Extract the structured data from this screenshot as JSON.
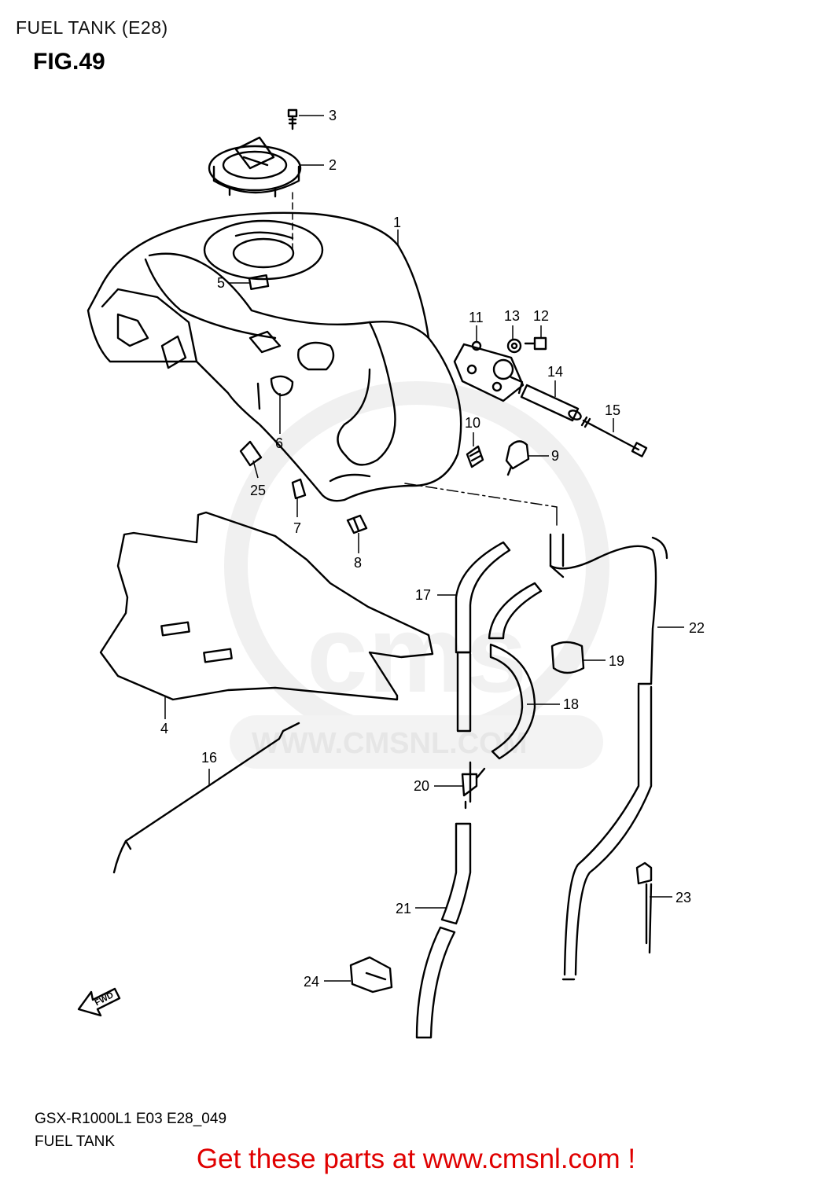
{
  "header": {
    "title": "FUEL TANK (E28)",
    "figure": "FIG.49"
  },
  "watermark": {
    "brand": "cms",
    "url": "WWW.CMSNL.COM"
  },
  "arrow_label": "FWD",
  "parts": [
    {
      "num": "1"
    },
    {
      "num": "2"
    },
    {
      "num": "3"
    },
    {
      "num": "4"
    },
    {
      "num": "5"
    },
    {
      "num": "6"
    },
    {
      "num": "7"
    },
    {
      "num": "8"
    },
    {
      "num": "9"
    },
    {
      "num": "10"
    },
    {
      "num": "11"
    },
    {
      "num": "12"
    },
    {
      "num": "13"
    },
    {
      "num": "14"
    },
    {
      "num": "15"
    },
    {
      "num": "16"
    },
    {
      "num": "17"
    },
    {
      "num": "18"
    },
    {
      "num": "19"
    },
    {
      "num": "20"
    },
    {
      "num": "21"
    },
    {
      "num": "22"
    },
    {
      "num": "23"
    },
    {
      "num": "24"
    },
    {
      "num": "25"
    }
  ],
  "footer": {
    "code": "GSX-R1000L1 E03 E28_049",
    "description": "FUEL TANK",
    "promo": "Get these parts at www.cmsnl.com !",
    "promo_color": "#e00000"
  }
}
